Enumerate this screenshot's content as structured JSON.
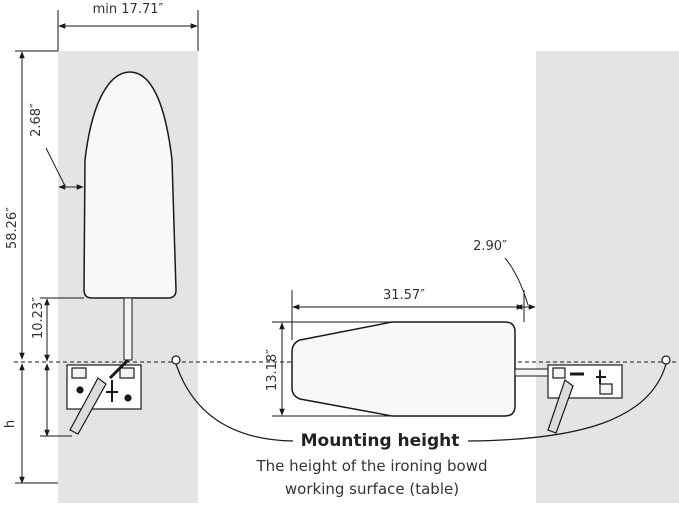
{
  "dimensions": {
    "min_width": "min 17.71″",
    "board_margin": "2.68″",
    "stored_height": "58.26″",
    "lower_offset": "10.23″",
    "mount_label": "h",
    "board_length": "31.57″",
    "wall_gap": "2.90″",
    "board_width": "13.18″"
  },
  "caption": {
    "title": "Mounting height",
    "line1": "The height of the ironing bowd",
    "line2": "working surface (table)"
  },
  "colors": {
    "wall": "#e4e4e4",
    "stroke": "#1a1a1a",
    "board_fill": "#f8f8f8",
    "caption": "#222222"
  }
}
